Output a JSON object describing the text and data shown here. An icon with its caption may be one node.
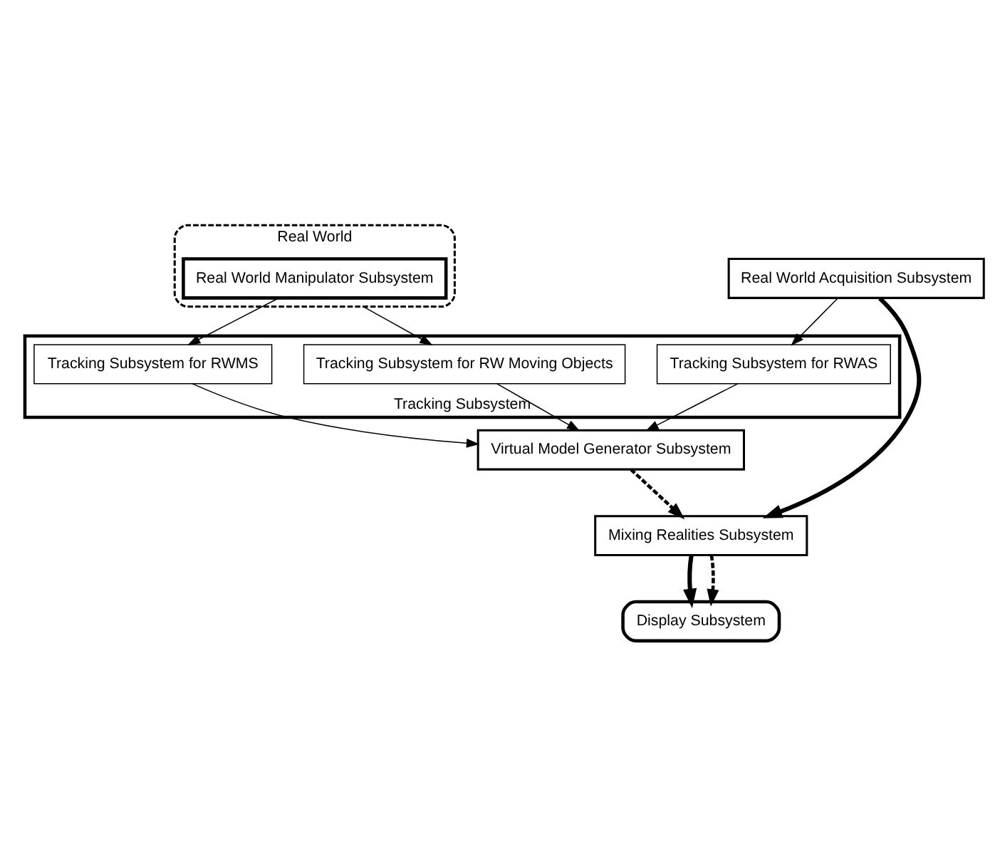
{
  "diagram": {
    "nodes": [
      {
        "text": [
          "Real World"
        ]
      },
      {
        "text": [
          "Real World Manipulator Subsystem"
        ],
        "in": 0
      },
      {
        "text": [
          "Real World Acquisition Subsystem"
        ]
      },
      {
        "text": [
          "Display Subsystem"
        ]
      },
      {
        "text": [
          "Tracking Subsystem"
        ]
      },
      {
        "text": [
          "Tracking Subsystem for RWMS"
        ],
        "in": 4
      },
      {
        "text": [
          "Tracking Subsystem for RW Moving Objects"
        ],
        "in": 4
      },
      {
        "text": [
          "Tracking Subsystem for RWAS"
        ],
        "in": 4
      },
      {
        "text": [
          "Mixing Realities Subsystem"
        ]
      },
      {
        "text": [
          "Virtual Model Generator Subsystem"
        ]
      }
    ],
    "edges": [
      {
        "from": 1,
        "to": 5,
        "arrow": "to"
      },
      {
        "from": 0,
        "to": 6,
        "arrow": "to"
      },
      {
        "from": 2,
        "to": 7,
        "arrow": "to"
      },
      {
        "from": 2,
        "to": 8,
        "arrow": "to",
        "style": "thick"
      },
      {
        "from": 8,
        "to": 3,
        "arrow": "to",
        "style": "thick"
      },
      {
        "from": 8,
        "to": 3,
        "arrow": "to",
        "style": "dashed"
      },
      {
        "from": 5,
        "to": 9,
        "arrow": "to"
      },
      {
        "from": 6,
        "to": 9,
        "arrow": "to"
      },
      {
        "from": 7,
        "to": 9,
        "arrow": "to"
      },
      {
        "from": 9,
        "to": 8,
        "arrow": "to",
        "style": "dashed"
      }
    ]
  }
}
